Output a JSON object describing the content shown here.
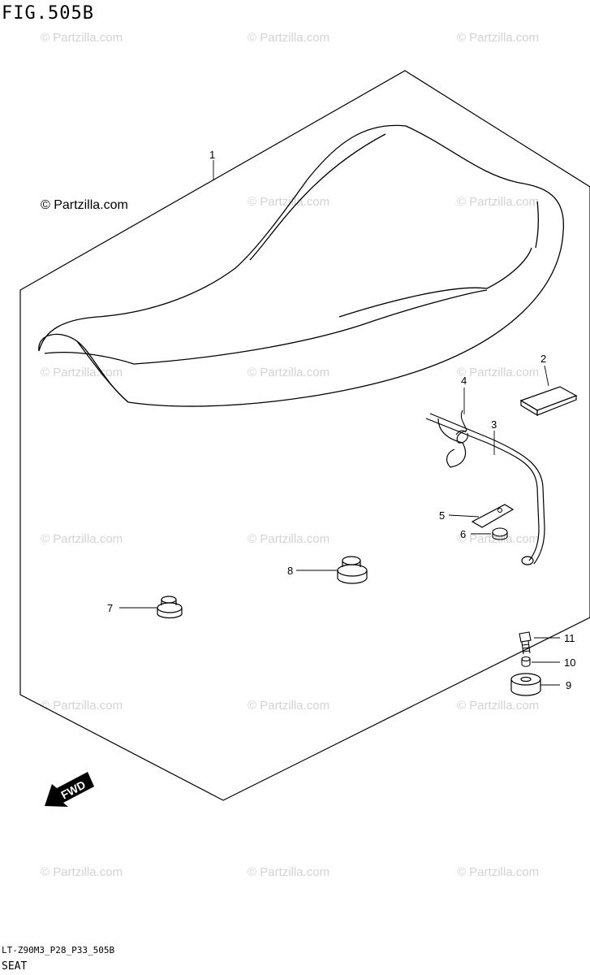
{
  "figure": {
    "title": "FIG.505B",
    "code": "LT-Z90M3_P28_P33_505B",
    "name": "SEAT"
  },
  "watermark": {
    "main_text": "© Partzilla.com",
    "repeat_text": "© Partzilla.com"
  },
  "fwd_label": "FWD",
  "callouts": [
    "1",
    "2",
    "3",
    "4",
    "5",
    "6",
    "7",
    "8",
    "9",
    "10",
    "11"
  ]
}
